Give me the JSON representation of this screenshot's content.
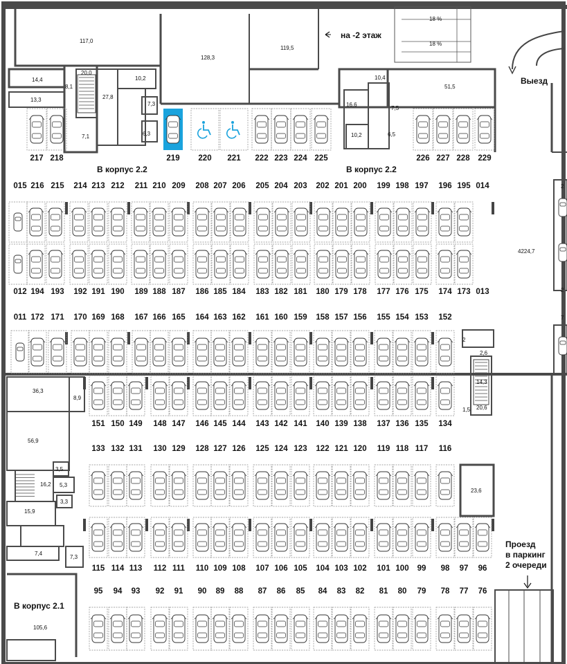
{
  "labels": {
    "to_level": "на -2 этаж",
    "exit": "Выезд",
    "to_building_22": "В корпус 2.2",
    "to_building_21": "В корпус 2.1",
    "passage": [
      "Проезд",
      "в паркинг",
      "2 очереди"
    ],
    "percent": "18 %"
  },
  "highlight": {
    "spot": "219",
    "color": "#1aa3dd"
  },
  "accessible_spots": [
    "220",
    "221"
  ],
  "rooms": [
    {
      "t": "117,0"
    },
    {
      "t": "128,3"
    },
    {
      "t": "119,5"
    },
    {
      "t": "14,4"
    },
    {
      "t": "20,0"
    },
    {
      "t": "8,1"
    },
    {
      "t": "13,3"
    },
    {
      "t": "27,8"
    },
    {
      "t": "10,2"
    },
    {
      "t": "7,3"
    },
    {
      "t": "6,3"
    },
    {
      "t": "7,1"
    },
    {
      "t": "10,4"
    },
    {
      "t": "51,5"
    },
    {
      "t": "16,6"
    },
    {
      "t": "7,5"
    },
    {
      "t": "10,2"
    },
    {
      "t": "6,5"
    },
    {
      "t": "4224,7"
    },
    {
      "t": "36,3"
    },
    {
      "t": "8,9"
    },
    {
      "t": "56,9"
    },
    {
      "t": "3,5"
    },
    {
      "t": "16,2"
    },
    {
      "t": "5,3"
    },
    {
      "t": "3,3"
    },
    {
      "t": "15,9"
    },
    {
      "t": "7,4"
    },
    {
      "t": "7,3"
    },
    {
      "t": "105,6"
    },
    {
      "t": "23,6"
    },
    {
      "t": "14,3"
    },
    {
      "t": "20,6"
    },
    {
      "t": "2,6"
    },
    {
      "t": "1,5"
    },
    {
      "t": "2"
    },
    {
      "t": "2"
    },
    {
      "t": "2"
    },
    {
      "t": "7"
    }
  ],
  "spots": {
    "top_row": [
      "217",
      "218",
      "219",
      "220",
      "221",
      "222",
      "223",
      "224",
      "225",
      "226",
      "227",
      "228",
      "229"
    ],
    "row_a": [
      "015",
      "216",
      "215",
      "214",
      "213",
      "212",
      "211",
      "210",
      "209",
      "208",
      "207",
      "206",
      "205",
      "204",
      "203",
      "202",
      "201",
      "200",
      "199",
      "198",
      "197",
      "196",
      "195",
      "014"
    ],
    "row_b": [
      "012",
      "194",
      "193",
      "192",
      "191",
      "190",
      "189",
      "188",
      "187",
      "186",
      "185",
      "184",
      "183",
      "182",
      "181",
      "180",
      "179",
      "178",
      "177",
      "176",
      "175",
      "174",
      "173",
      "013"
    ],
    "row_c": [
      "011",
      "172",
      "171",
      "170",
      "169",
      "168",
      "167",
      "166",
      "165",
      "164",
      "163",
      "162",
      "161",
      "160",
      "159",
      "158",
      "157",
      "156",
      "155",
      "154",
      "153",
      "152"
    ],
    "row_d": [
      "151",
      "150",
      "149",
      "148",
      "147",
      "146",
      "145",
      "144",
      "143",
      "142",
      "141",
      "140",
      "139",
      "138",
      "137",
      "136",
      "135",
      "134"
    ],
    "row_e": [
      "133",
      "132",
      "131",
      "130",
      "129",
      "128",
      "127",
      "126",
      "125",
      "124",
      "123",
      "122",
      "121",
      "120",
      "119",
      "118",
      "117",
      "116"
    ],
    "row_f": [
      "115",
      "114",
      "113",
      "112",
      "111",
      "110",
      "109",
      "108",
      "107",
      "106",
      "105",
      "104",
      "103",
      "102",
      "101",
      "100",
      "99",
      "98",
      "97",
      "96"
    ],
    "row_g": [
      "95",
      "94",
      "93",
      "92",
      "91",
      "90",
      "89",
      "88",
      "87",
      "86",
      "85",
      "84",
      "83",
      "82",
      "81",
      "80",
      "79",
      "78",
      "77",
      "76"
    ]
  }
}
